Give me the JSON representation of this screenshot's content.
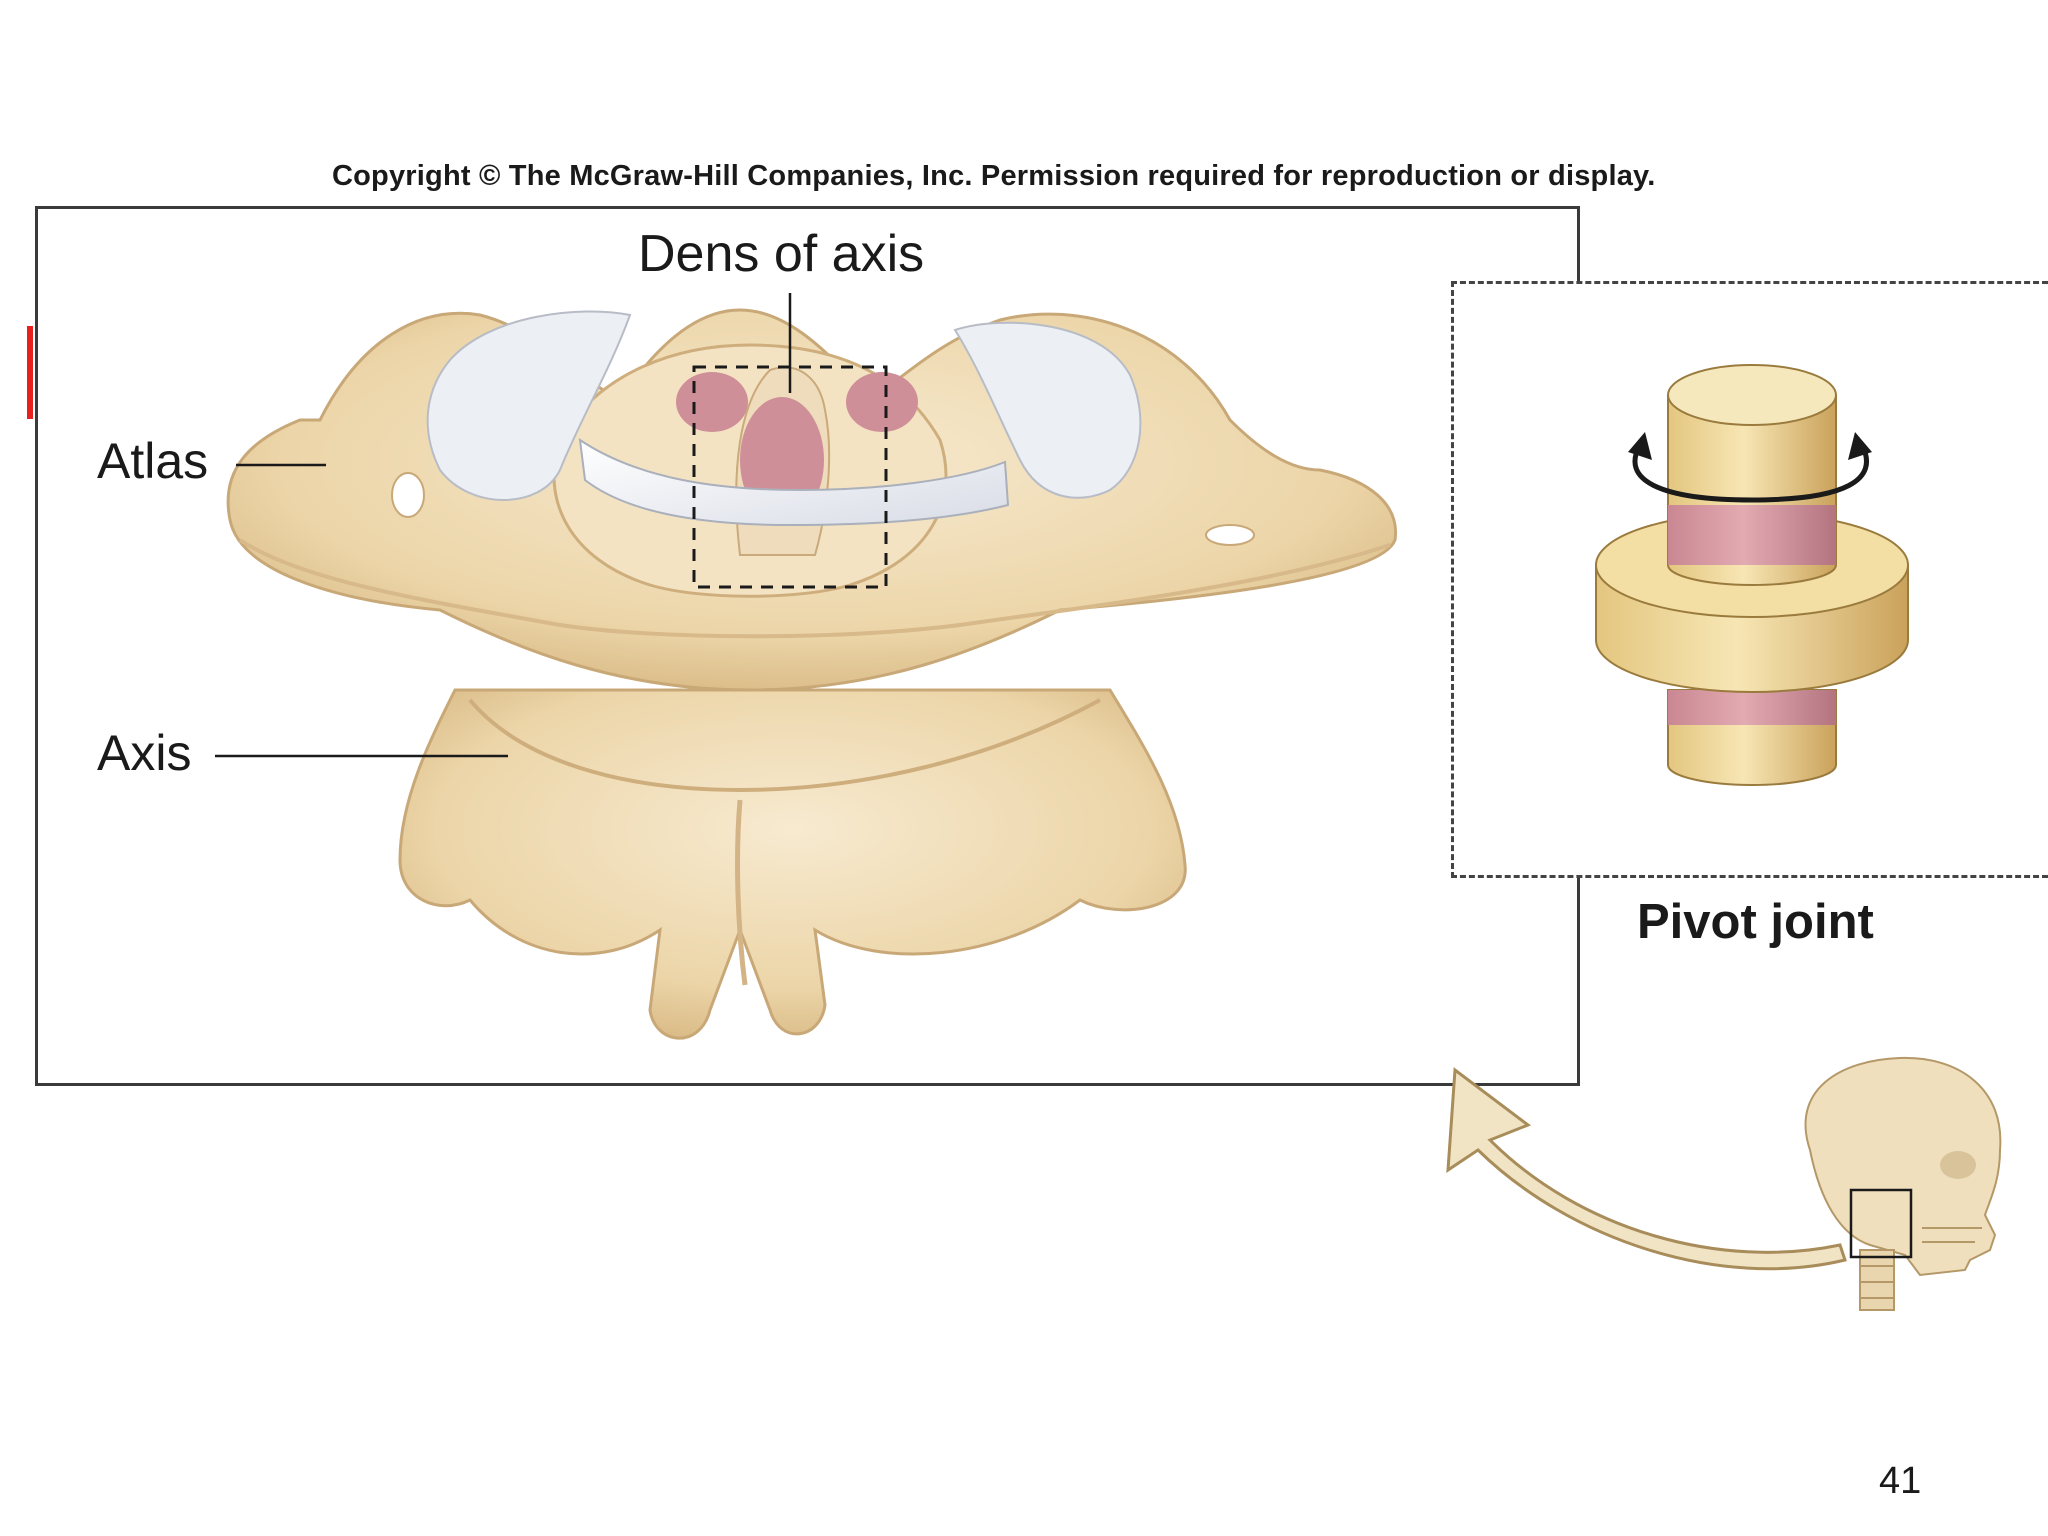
{
  "copyright": "Copyright © The McGraw-Hill Companies, Inc. Permission required for reproduction or display.",
  "labels": {
    "dens": "Dens of axis",
    "atlas": "Atlas",
    "axis": "Axis",
    "pivot": "Pivot joint"
  },
  "page_number": "41",
  "colors": {
    "bone": "#f0dcb4",
    "bone_shade": "#d9bd8a",
    "ligament": "#e6ecf2",
    "cartilage_pink": "#cf8f98",
    "accent_red": "#e8201f",
    "pivot_wood": "#ecd79a"
  }
}
